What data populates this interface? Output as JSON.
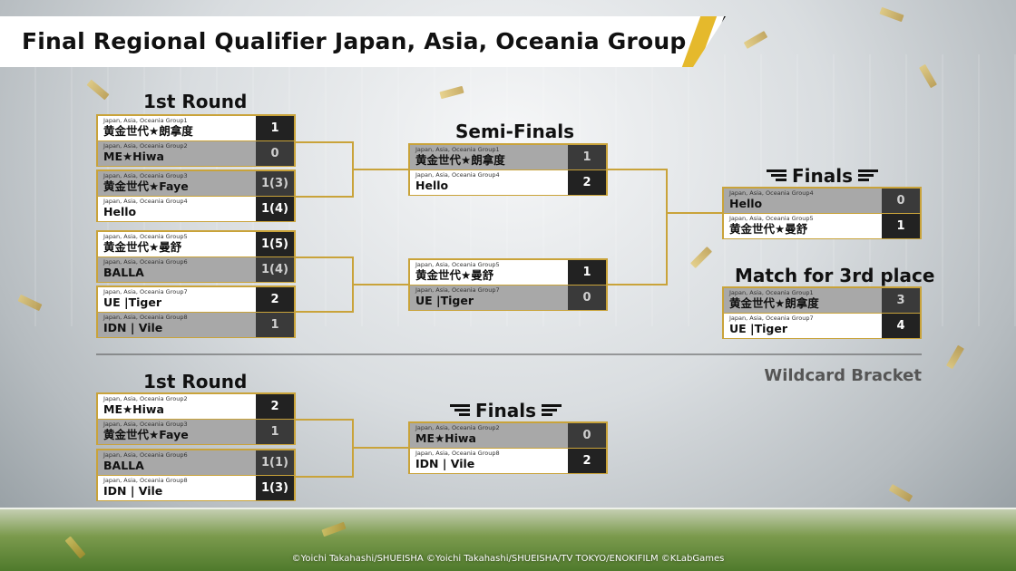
{
  "title": "Final Regional Qualifier Japan, Asia, Oceania Group",
  "main": {
    "round1_label": "1st Round",
    "semis_label": "Semi-Finals",
    "finals_label": "Finals",
    "third_label": "Match for 3rd place",
    "round1": [
      {
        "top": {
          "group": "Japan, Asia, Oceania Group1",
          "name": "黄金世代★朗拿度",
          "score": "1"
        },
        "bot": {
          "group": "Japan, Asia, Oceania Group2",
          "name": "ME★Hiwa",
          "score": "0"
        }
      },
      {
        "top": {
          "group": "Japan, Asia, Oceania Group3",
          "name": "黄金世代★Faye",
          "score": "1(3)"
        },
        "bot": {
          "group": "Japan, Asia, Oceania Group4",
          "name": "Hello",
          "score": "1(4)"
        }
      },
      {
        "top": {
          "group": "Japan, Asia, Oceania Group5",
          "name": "黄金世代★曼舒",
          "score": "1(5)"
        },
        "bot": {
          "group": "Japan, Asia, Oceania Group6",
          "name": "BALLA",
          "score": "1(4)"
        }
      },
      {
        "top": {
          "group": "Japan, Asia, Oceania Group7",
          "name": "UE |Tiger",
          "score": "2"
        },
        "bot": {
          "group": "Japan, Asia, Oceania Group8",
          "name": "IDN | Vile",
          "score": "1"
        }
      }
    ],
    "semis": [
      {
        "top": {
          "group": "Japan, Asia, Oceania Group1",
          "name": "黄金世代★朗拿度",
          "score": "1"
        },
        "bot": {
          "group": "Japan, Asia, Oceania Group4",
          "name": "Hello",
          "score": "2"
        }
      },
      {
        "top": {
          "group": "Japan, Asia, Oceania Group5",
          "name": "黄金世代★曼舒",
          "score": "1"
        },
        "bot": {
          "group": "Japan, Asia, Oceania Group7",
          "name": "UE |Tiger",
          "score": "0"
        }
      }
    ],
    "finals": {
      "top": {
        "group": "Japan, Asia, Oceania Group4",
        "name": "Hello",
        "score": "0"
      },
      "bot": {
        "group": "Japan, Asia, Oceania Group5",
        "name": "黄金世代★曼舒",
        "score": "1"
      }
    },
    "third": {
      "top": {
        "group": "Japan, Asia, Oceania Group1",
        "name": "黄金世代★朗拿度",
        "score": "3"
      },
      "bot": {
        "group": "Japan, Asia, Oceania Group7",
        "name": "UE |Tiger",
        "score": "4"
      }
    }
  },
  "wildcard": {
    "label": "Wildcard Bracket",
    "round1_label": "1st Round",
    "finals_label": "Finals",
    "round1": [
      {
        "top": {
          "group": "Japan, Asia, Oceania Group2",
          "name": "ME★Hiwa",
          "score": "2"
        },
        "bot": {
          "group": "Japan, Asia, Oceania Group3",
          "name": "黄金世代★Faye",
          "score": "1"
        }
      },
      {
        "top": {
          "group": "Japan, Asia, Oceania Group6",
          "name": "BALLA",
          "score": "1(1)"
        },
        "bot": {
          "group": "Japan, Asia, Oceania Group8",
          "name": "IDN | Vile",
          "score": "1(3)"
        }
      }
    ],
    "finals": {
      "top": {
        "group": "Japan, Asia, Oceania Group2",
        "name": "ME★Hiwa",
        "score": "0"
      },
      "bot": {
        "group": "Japan, Asia, Oceania Group8",
        "name": "IDN | Vile",
        "score": "2"
      }
    }
  },
  "copyright": "©Yoichi Takahashi/SHUEISHA ©Yoichi Takahashi/SHUEISHA/TV TOKYO/ENOKIFILM ©KLabGames",
  "colors": {
    "gold": "#c9a33a",
    "banner_accent": "#e5b92c"
  }
}
